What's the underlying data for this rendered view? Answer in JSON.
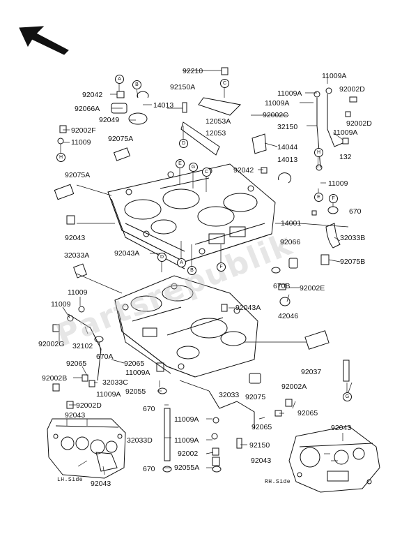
{
  "diagram": {
    "callouts": [
      "A",
      "B",
      "C",
      "D",
      "E",
      "F",
      "G",
      "H"
    ],
    "side_labels": {
      "lh": "LH.Side",
      "rh": "RH.Side"
    },
    "watermark": "Partsrepublik",
    "colors": {
      "line": "#111111",
      "background": "#ffffff"
    },
    "parts": [
      "92210",
      "92042",
      "92150A",
      "14013",
      "92066A",
      "92049",
      "12053A",
      "12053",
      "92002F",
      "11009",
      "92075A",
      "92075A",
      "92043",
      "92042",
      "14013",
      "11009A",
      "11009A",
      "92002D",
      "11009A",
      "92002C",
      "92002D",
      "32150",
      "11009A",
      "14044",
      "132",
      "11009",
      "670",
      "14001",
      "32033B",
      "92075B",
      "92043A",
      "32033A",
      "92066",
      "670B",
      "92002E",
      "92043A",
      "42046",
      "11009",
      "11009",
      "92002G",
      "32102",
      "670A",
      "92065",
      "92065",
      "11009A",
      "92002B",
      "32033C",
      "11009A",
      "92002D",
      "92055",
      "670",
      "92075",
      "92037",
      "92002A",
      "92065",
      "32033",
      "11009A",
      "92065",
      "92150",
      "11009A",
      "92002",
      "32033D",
      "670",
      "92055A",
      "92043",
      "92043",
      "92043",
      "92043"
    ]
  }
}
